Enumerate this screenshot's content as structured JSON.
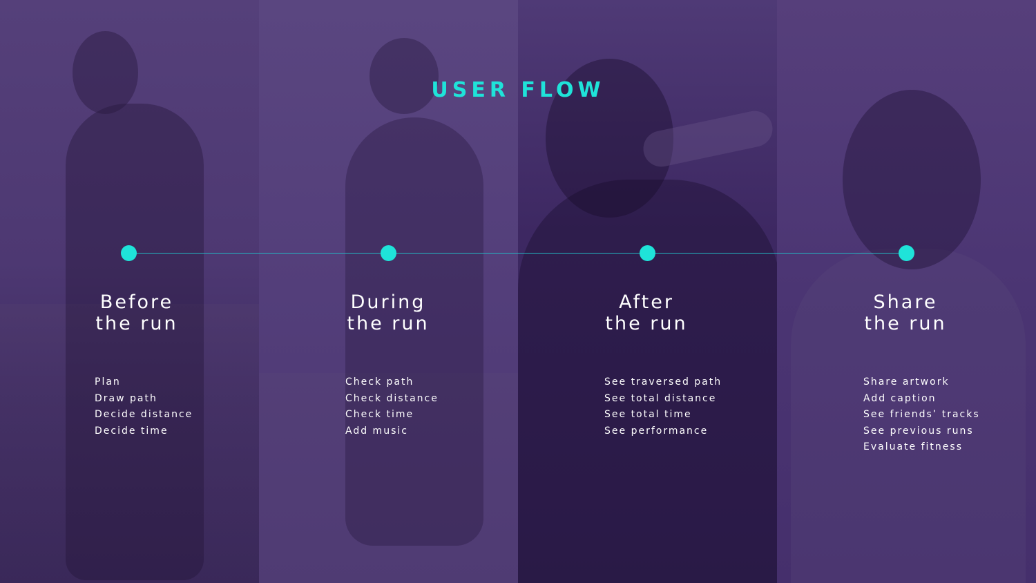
{
  "title": "USER FLOW",
  "colors": {
    "accent": "#1fe3d9",
    "line": "#23b9c4",
    "overlay": "#4b3772",
    "text": "#ffffff"
  },
  "stages": [
    {
      "heading_line1": "Before",
      "heading_line2": "the run",
      "items": [
        "Plan",
        "Draw path",
        "Decide distance",
        "Decide time"
      ]
    },
    {
      "heading_line1": "During",
      "heading_line2": "the run",
      "items": [
        "Check path",
        "Check distance",
        "Check time",
        "Add music"
      ]
    },
    {
      "heading_line1": "After",
      "heading_line2": "the run",
      "items": [
        "See traversed path",
        "See total distance",
        "See total time",
        "See performance"
      ]
    },
    {
      "heading_line1": "Share",
      "heading_line2": "the run",
      "items": [
        "Share artwork",
        "Add caption",
        "See friends’ tracks",
        "See previous runs",
        "Evaluate fitness"
      ]
    }
  ]
}
